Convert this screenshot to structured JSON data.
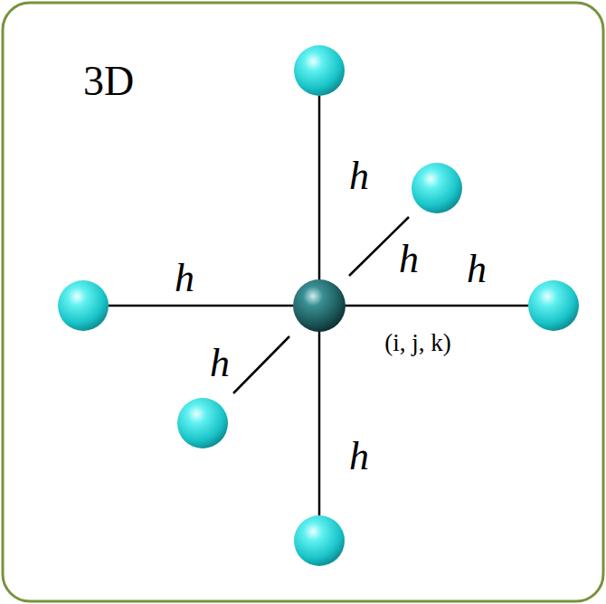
{
  "diagram": {
    "labels": [
      "3D",
      "h",
      "h",
      "h",
      "h",
      "h",
      "h",
      "(i, j, k)"
    ]
  }
}
